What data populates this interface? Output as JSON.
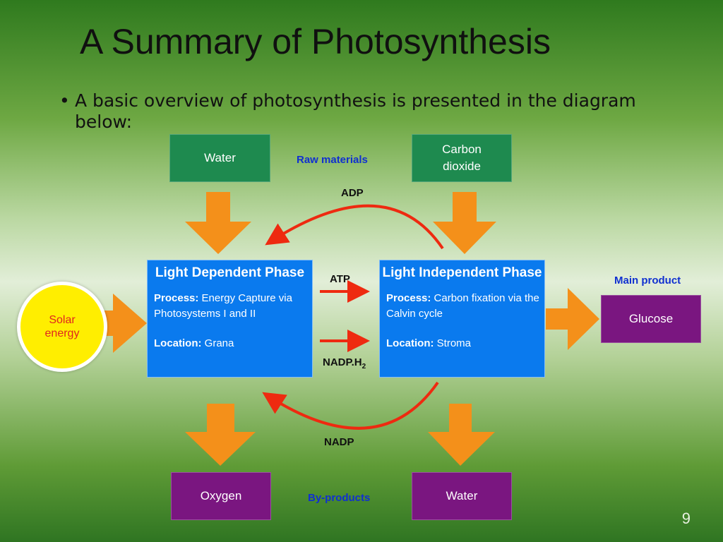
{
  "title": "A Summary of Photosynthesis",
  "bullet": "A basic overview of photosynthesis is presented in the diagram below:",
  "raw_materials_label": "Raw materials",
  "byproducts_label": "By-products",
  "main_product_label": "Main product",
  "inputs": {
    "water": "Water",
    "carbon_dioxide": "Carbon dioxide"
  },
  "outputs": {
    "oxygen": "Oxygen",
    "water": "Water",
    "glucose": "Glucose"
  },
  "solar": "Solar energy",
  "light_dependent": {
    "title": "Light Dependent Phase",
    "process_label": "Process:",
    "process": "Energy Capture via Photosystems I and II",
    "location_label": "Location:",
    "location": "Grana"
  },
  "light_independent": {
    "title": "Light Independent Phase",
    "process_label": "Process:",
    "process": "Carbon fixation via the Calvin cycle",
    "location_label": "Location:",
    "location": "Stroma"
  },
  "cycle": {
    "adp": "ADP",
    "atp": "ATP",
    "nadph_base": "NADP.H",
    "nadph_sub": "2",
    "nadp": "NADP"
  },
  "page_number": "9",
  "colors": {
    "input_box": "#1e8a4f",
    "output_box": "#7a1680",
    "phase_box": "#0a7aee",
    "orange_arrow": "#f4901a",
    "red_arrow": "#ee2a10",
    "sun_fill": "#ffee00",
    "sun_text": "#e0261f",
    "label_blue": "#1030d0"
  }
}
